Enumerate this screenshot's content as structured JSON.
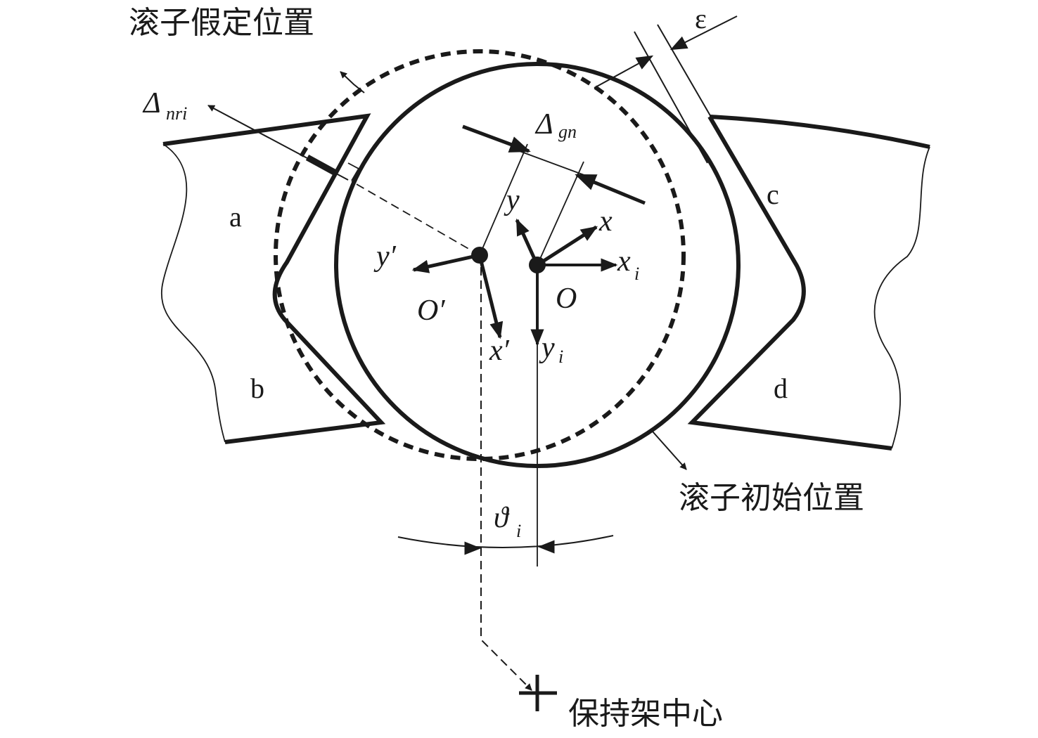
{
  "labels": {
    "assumed_position": "滚子假定位置",
    "initial_position": "滚子初始位置",
    "cage_center": "保持架中心",
    "epsilon": "ε",
    "delta_nri": "Δ",
    "delta_nri_sub": "nri",
    "delta_gn": "Δ",
    "delta_gn_sub": "gn",
    "region_a": "a",
    "region_b": "b",
    "region_c": "c",
    "region_d": "d",
    "axis_y": "y",
    "axis_x": "x",
    "axis_xi": "x",
    "axis_xi_sub": "i",
    "axis_yi": "y",
    "axis_yi_sub": "i",
    "axis_y_prime": "y′",
    "axis_x_prime": "x′",
    "origin_O": "O",
    "origin_O_prime": "O′",
    "theta": "ϑ",
    "theta_sub": "i"
  },
  "colors": {
    "stroke": "#1a1a1a",
    "background": "#ffffff"
  }
}
